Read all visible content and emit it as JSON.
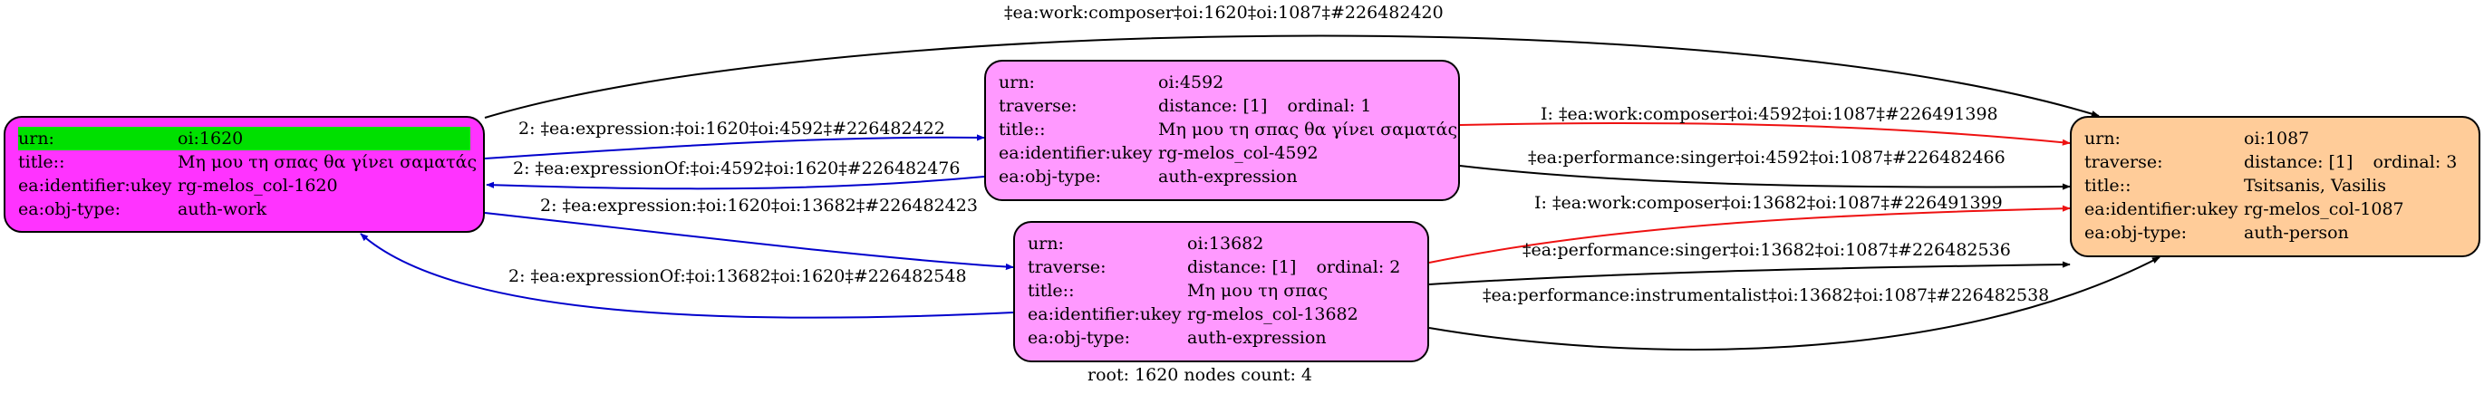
{
  "colors": {
    "root_fill": "#ff33ff",
    "expression_fill": "#ff99ff",
    "person_fill": "#ffcc99",
    "urn_highlight": "#00e000",
    "blue_edge": "#0000cc",
    "red_edge": "#ee1111",
    "black_edge": "#000000"
  },
  "nodes": {
    "root": {
      "urn_key": "urn:",
      "urn": "oi:1620",
      "title_key": "title::",
      "title": "Μη μου τη σπας θα γίνει σαματάς",
      "ukey_key": "ea:identifier:ukey",
      "ukey": "rg-melos_col-1620",
      "type_key": "ea:obj-type:",
      "type": "auth-work"
    },
    "expr1": {
      "urn_key": "urn:",
      "urn": "oi:4592",
      "traverse_key": "traverse:",
      "distance": "distance: [1]",
      "ordinal": "ordinal: 1",
      "title_key": "title::",
      "title": "Μη μου τη σπας θα γίνει σαματάς",
      "ukey_key": "ea:identifier:ukey",
      "ukey": "rg-melos_col-4592",
      "type_key": "ea:obj-type:",
      "type": "auth-expression"
    },
    "expr2": {
      "urn_key": "urn:",
      "urn": "oi:13682",
      "traverse_key": "traverse:",
      "distance": "distance: [1]",
      "ordinal": "ordinal: 2",
      "title_key": "title::",
      "title": "Μη μου τη σπας",
      "ukey_key": "ea:identifier:ukey",
      "ukey": "rg-melos_col-13682",
      "type_key": "ea:obj-type:",
      "type": "auth-expression"
    },
    "person": {
      "urn_key": "urn:",
      "urn": "oi:1087",
      "traverse_key": "traverse:",
      "distance": "distance: [1]",
      "ordinal": "ordinal: 3",
      "title_key": "title::",
      "title": "Tsitsanis, Vasilis",
      "ukey_key": "ea:identifier:ukey",
      "ukey": "rg-melos_col-1087",
      "type_key": "ea:obj-type:",
      "type": "auth-person"
    }
  },
  "edges": {
    "composer_top": "‡ea:work:composer‡oi:1620‡oi:1087‡#226482420",
    "expr_4592": "2: ‡ea:expression:‡oi:1620‡oi:4592‡#226482422",
    "exprof_4592": "2: ‡ea:expressionOf:‡oi:4592‡oi:1620‡#226482476",
    "expr_13682": "2: ‡ea:expression:‡oi:1620‡oi:13682‡#226482423",
    "exprof_13682": "2: ‡ea:expressionOf:‡oi:13682‡oi:1620‡#226482548",
    "composer_4592": "I: ‡ea:work:composer‡oi:4592‡oi:1087‡#226491398",
    "singer_4592": "‡ea:performance:singer‡oi:4592‡oi:1087‡#226482466",
    "composer_13682": "I: ‡ea:work:composer‡oi:13682‡oi:1087‡#226491399",
    "singer_13682": "‡ea:performance:singer‡oi:13682‡oi:1087‡#226482536",
    "instr_13682": "‡ea:performance:instrumentalist‡oi:13682‡oi:1087‡#226482538"
  },
  "footer": "root: 1620 nodes count: 4"
}
